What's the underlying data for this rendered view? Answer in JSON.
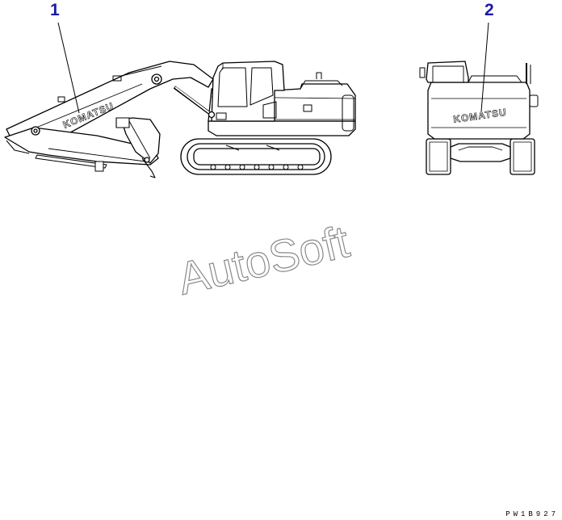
{
  "callouts": [
    {
      "number": "1",
      "target": "boom decal"
    },
    {
      "number": "2",
      "target": "counterweight decal"
    }
  ],
  "decal_text": "KOMATSU",
  "watermark": "AutoSoft",
  "figure_code": "PW1B927",
  "colors": {
    "callout": "#1a1aa8",
    "line": "#000000",
    "watermark_outline": "#8a8a8a"
  },
  "icons": [
    "excavator-side-view",
    "excavator-rear-view"
  ]
}
